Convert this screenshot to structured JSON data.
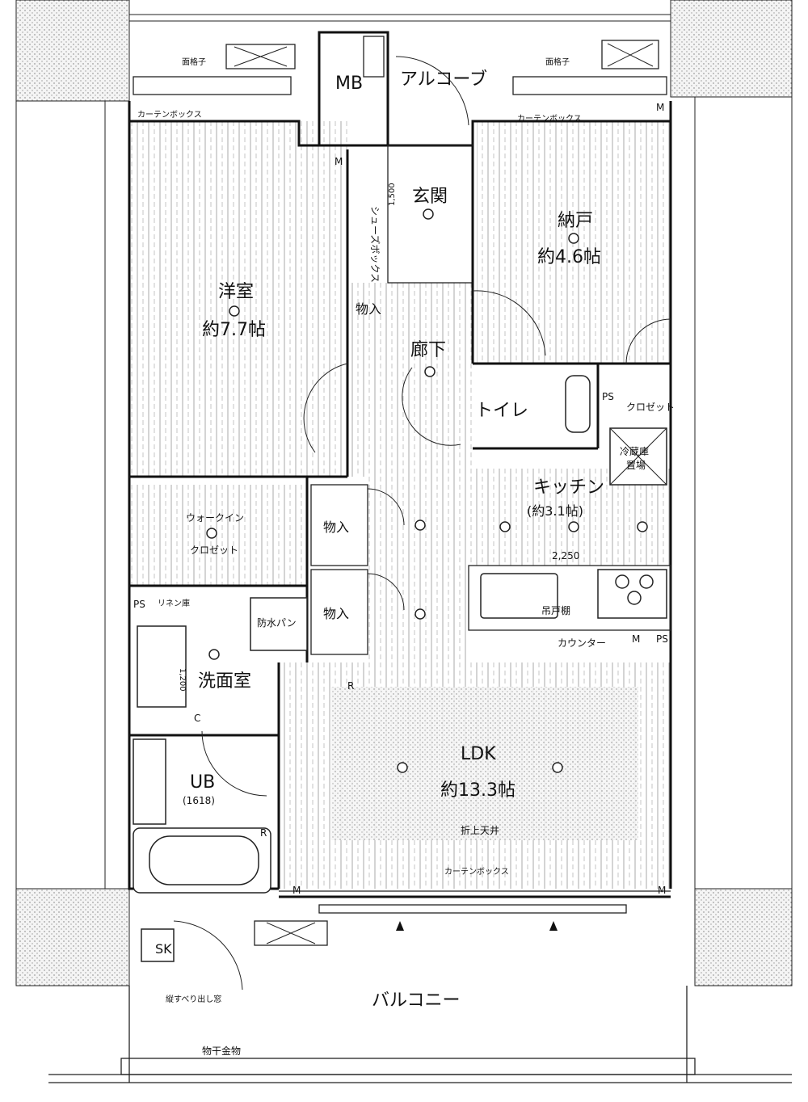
{
  "rooms": {
    "mb": "MB",
    "alcove": "アルコーブ",
    "entrance": "玄関",
    "shoe_box": "シューズボックス",
    "shoe_box_dim": "1,500",
    "western_room": "洋室",
    "western_size": "約7.7帖",
    "storeroom": "納戸",
    "storeroom_size": "約4.6帖",
    "corridor": "廊下",
    "storage": "物入",
    "toilet": "トイレ",
    "closet": "クロゼット",
    "wic_line1": "ウォークイン",
    "wic_line2": "クロゼット",
    "kitchen": "キッチン",
    "kitchen_size": "(約3.1帖)",
    "fridge_line1": "冷蔵庫",
    "fridge_line2": "置場",
    "linen": "リネン庫",
    "washroom": "洗面室",
    "washroom_dim": "1,200",
    "waterproof_pan": "防水パン",
    "ub": "UB",
    "ub_size": "(1618)",
    "ldk": "LDK",
    "ldk_size": "約13.3帖",
    "folded_ceiling": "折上天井",
    "counter": "カウンター",
    "counter_dim": "2,250",
    "balcony": "バルコニー",
    "sliding_window": "縦すべり出し窓",
    "drying_rack": "物干金物",
    "sk": "SK",
    "ps": "PS",
    "m": "M",
    "c": "C",
    "r": "R",
    "hung_shelf": "吊戸棚",
    "face_lattice": "面格子",
    "curtain_box": "カーテンボックス"
  },
  "colors": {
    "line": "#111111",
    "dotted_fill": "#ececec",
    "floor_stripe": "#b0b0b0"
  }
}
